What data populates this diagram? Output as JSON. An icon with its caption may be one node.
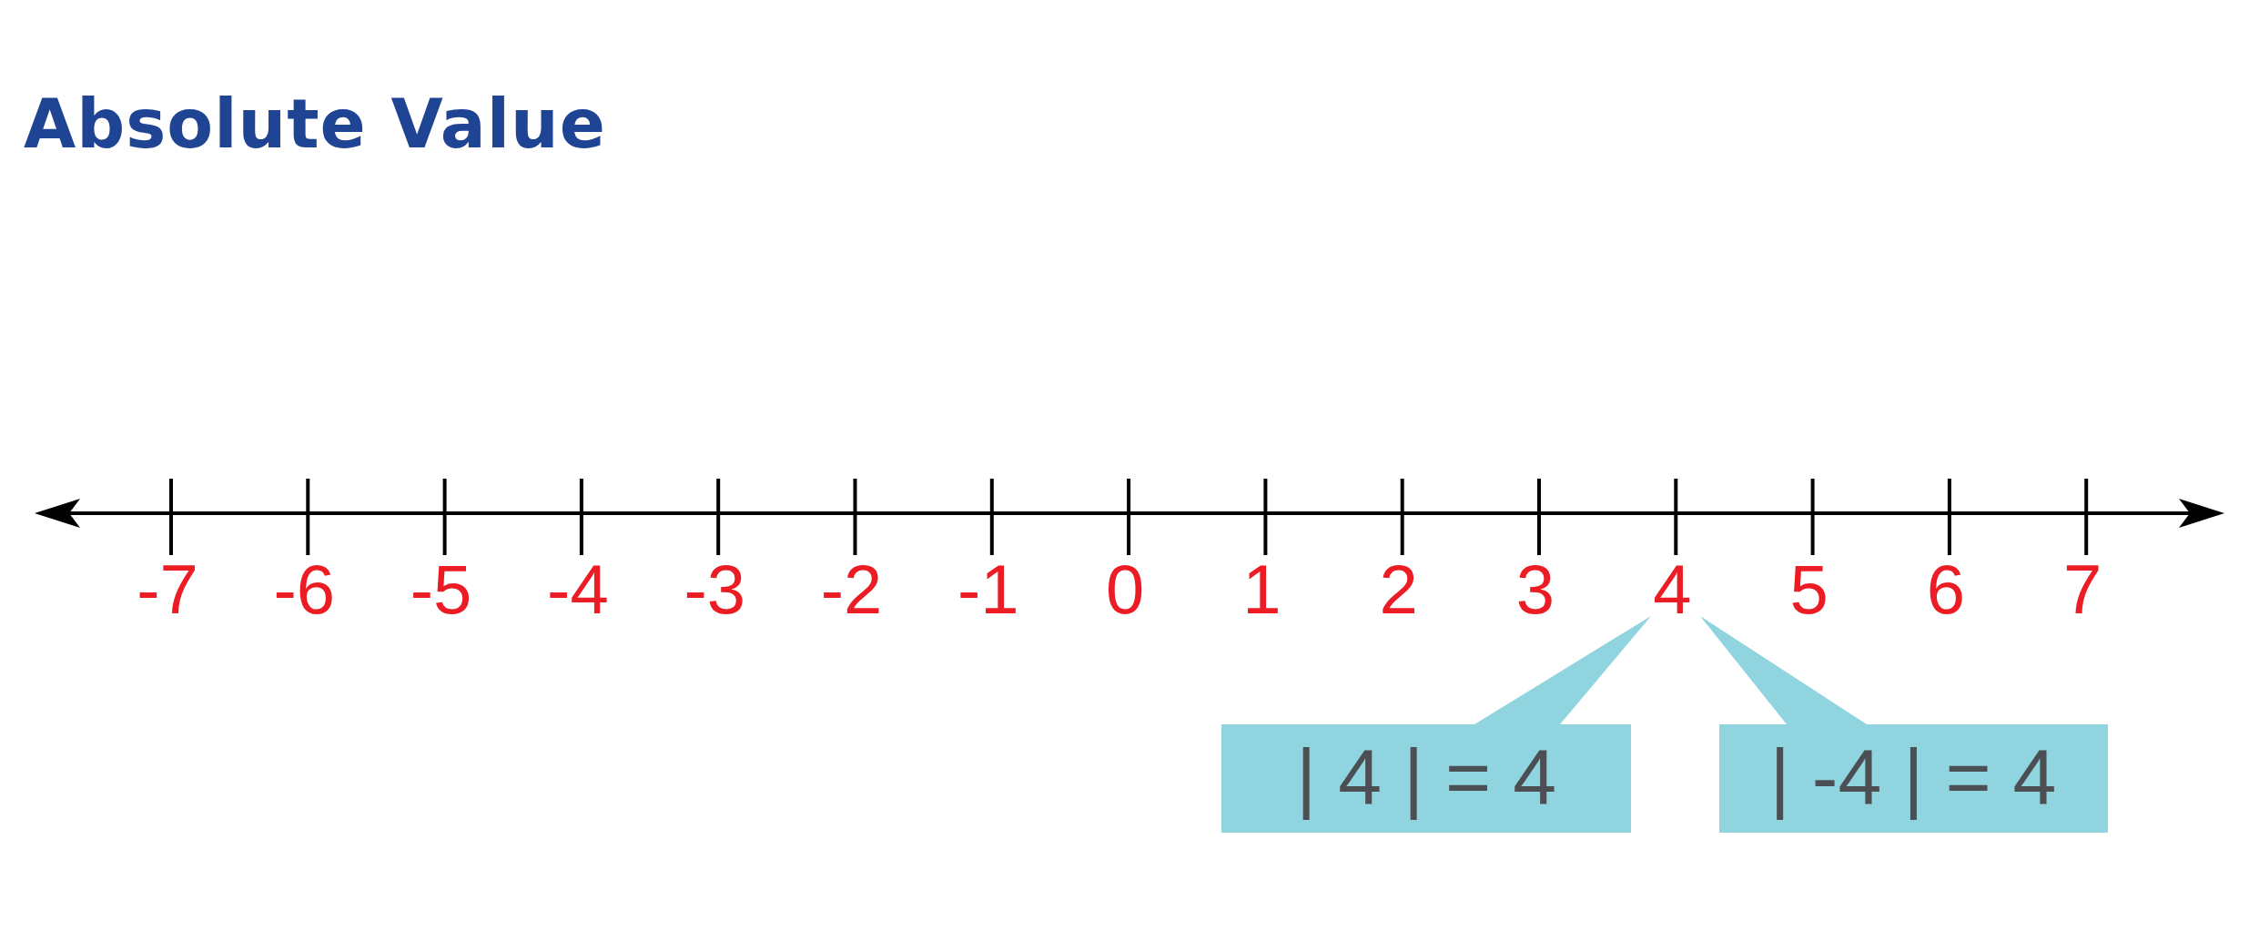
{
  "diagram": {
    "title": "Absolute Value",
    "nodes": [
      {
        "text": [
          "| 4 | = 4"
        ]
      },
      {
        "text": [
          "| -4 | = 4"
        ]
      }
    ],
    "labels": [
      "-7",
      "-6",
      "-5",
      "-4",
      "-3",
      "-2",
      "-1",
      "0",
      "1",
      "2",
      "3",
      "4",
      "5",
      "6",
      "7"
    ]
  }
}
